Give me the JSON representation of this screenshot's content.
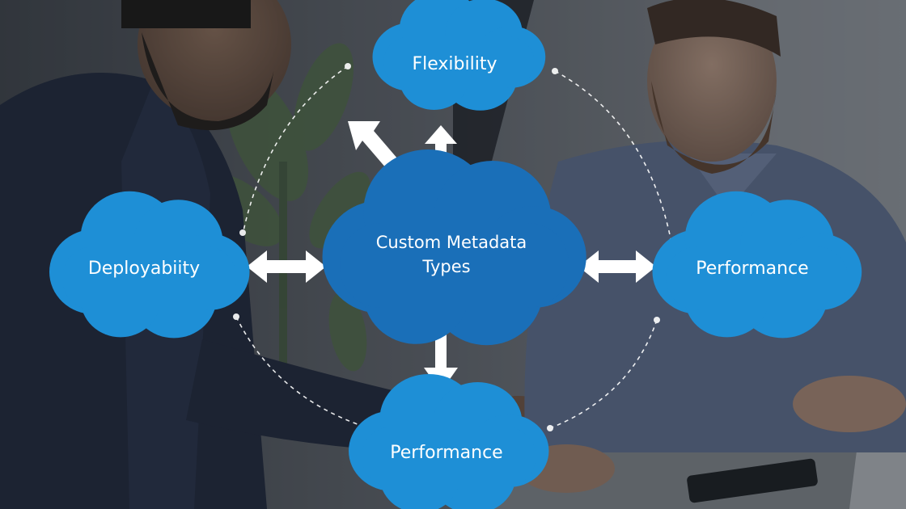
{
  "diagram": {
    "center": {
      "line1": "Custom Metadata",
      "line2": "Types"
    },
    "top": {
      "label": "Flexibility"
    },
    "left": {
      "label": "Deployabiity"
    },
    "right": {
      "label": "Performance"
    },
    "bottom": {
      "label": "Performance"
    }
  },
  "colors": {
    "cloud_outer": "#1e8fd6",
    "cloud_center": "#1a6fb8",
    "arrow": "#ffffff",
    "dashed_ring": "#ffffff"
  }
}
